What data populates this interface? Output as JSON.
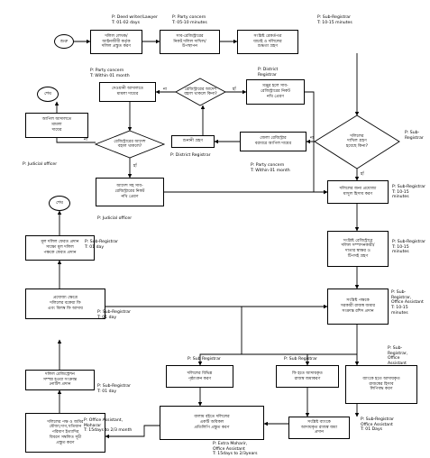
{
  "nodes": {
    "start": "শুরু",
    "n1": "দলিল লেখক/\nআইনজীবী কর্তৃক\nদলিল প্রস্তুত করণ",
    "n2": "সাব-রেজিস্ট্রারের\nনিকট দলিল দাখিল/\nউপস্থাপন",
    "n3": "সংশ্লিষ্ট রেকর্ডপত্র\nযাচাই ও দলিলের\nশুদ্ধতা গ্রহণ",
    "d1": "দলিলের\nদাখিল গ্রহণ\nহয়েছে কিনা?",
    "n4": "জেলা রেজিস্ট্রার\nবরাবরে আপিল দায়ের",
    "n5": "শুনানী গ্রহণ",
    "d2": "রেজিস্ট্রারের আদেশ\nবহাল থাকলে কিনা?",
    "n6": "মঞ্জুর হলে সাব-\nরেজিস্ট্রারের নিকট\nনথি প্রেরণ",
    "n7": "দেওয়ানী আদালতে\nমামলা দায়ের",
    "end1": "শেষ",
    "d3": "রেজিস্ট্রারের আদেশ\nবহাল থাকলে?",
    "n8": "আপিল আদালতে\nমামলা\nদায়ের",
    "n9": "আদেশ সহ সাব-\nরেজিস্ট্রারের নিকট\nনথি প্রেরণ",
    "n10": "দলিলের জন্য প্রযোজ্য\nমাসুল হিসাব করণ",
    "n11": "সংশ্লিষ্ট রেজিস্ট্রারে\nদলিল সম্পাদনকারী/\nদাতার স্বাক্ষর ও\nটিপসই গ্রহণ",
    "n12": "সংশ্লিষ্ট পক্ষকে\nসরকারী রাজস্ব জমার\nসংক্রান্ত রশিদ প্রদান",
    "n13": "দলিলের বিভিন্ন\nপৃষ্ঠাংকন করণ",
    "n14": "ফি হতে আদায়কৃত\nরাজস্ব জমাকরণ",
    "n15": "ব্যাংকে হতে আদায়কৃত\nরাজস্বের হিসাব\nলিপিবদ্ধ করণ",
    "n16": "সংশ্লিষ্ট ব্যাংকে\nআদায়কৃত রাজস্ব জমা\nপ্রদান",
    "n17": "বালাম বইতে দলিলের\nএকটি অবিকল\nপ্রতিলিপি প্রস্তুত করণ",
    "n18": "দলিলের পক্ষ ও জমির\nমৌজা,দাগ,খতিয়ান\nপরিমাণ ইত্যাদির\nবিবরণ সম্বলিত সূচী\nপ্রস্তুত করণ",
    "n19": "দলিল রেজিস্ট্রেশন\nসম্পন্ন হওয়া সংক্রান্ত\nনোটিশ প্রদান",
    "n20": "প্রযোজ্য ক্ষেত্রে\nদলিলের বকেয়া ফি\nএবং বিলম্ব ফি আদায়",
    "n21": "মূল দলিল ফেরত প্রদান\nসাক্ষ্যে মূল দলিল\nপক্ষকে ফেরত প্রদান",
    "end2": "শেষ"
  },
  "branch_labels": {
    "d1_yes": "হাঁ",
    "d1_no": "না",
    "d2_yes": "হাঁ",
    "d2_no": "না",
    "d3_yes": "হাঁ",
    "d3_no": "না"
  },
  "notes": {
    "n1": "P: Deed writer/Lawyer\nT: 01-02 days",
    "n2": "P: Party concern\nT: 05-10 minutes",
    "n3": "P: Sub-Registrar\nT: 10-15 minutes",
    "district_top": "P: District\nRegistrar",
    "party_top": "P: Party concern\nT: Within 01 month",
    "d1": "P: Sub-\nRegistrar",
    "district_mid": "P: District Registrar",
    "party_mid": "P: Party concern\nT: Within 01 month",
    "judicial_left": "P: Judicial officer",
    "judicial_mid": "P: Judicial officer",
    "n10": "P: Sub-Registrar\nT: 10-15\nminutes",
    "n11": "P: Sub-Registrar\nT: 10-15\nminutes",
    "n12": "P: Sub-\nRegistrar,\nOffice Assistant\nT: 10-15\nminutes",
    "n13": "P: Sub Registrar",
    "n14": "P: Sub Registrar",
    "n15": "P: Sub-\nRegistrar,\nOffice\nAssistant",
    "n16": "P: Sub-Registrar\nOffice Assistant\nT: 01 Days",
    "n17": "P: Extra Moharir,\nOffice Assistant\nT: 15days to 2/3years",
    "n18": "P: Office Assistant,\nMoharar\nT: 15days to 2/3       month",
    "n19": "P: Sub-Registrar\nT: 01 day",
    "n20": "P: Sub-Registrar\nT: 01 day",
    "n21": "P: Sub-Registrar\nT: 01 day"
  }
}
